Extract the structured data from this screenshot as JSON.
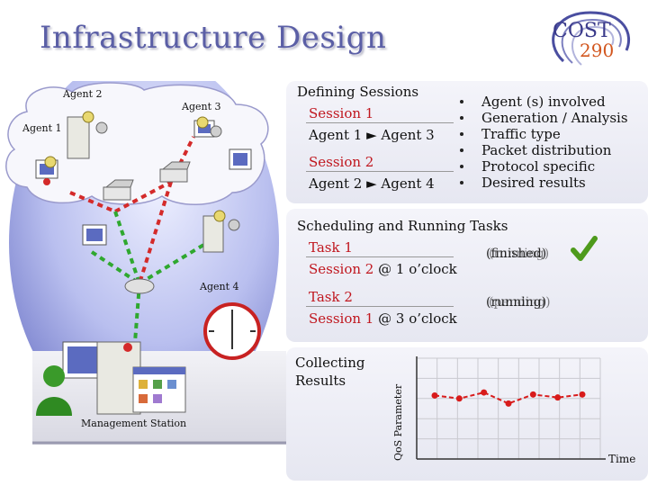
{
  "title": "Infrastructure Design",
  "logo": {
    "text": "COST",
    "number": "290"
  },
  "diagram": {
    "agents": [
      "Agent 1",
      "Agent 2",
      "Agent 3",
      "Agent 4"
    ],
    "station_label": "Management Station"
  },
  "sessions": {
    "heading": "Defining Sessions",
    "items": [
      {
        "name": "Session 1",
        "agents": "Agent 1 ► Agent 3"
      },
      {
        "name": "Session 2",
        "agents": "Agent 2 ► Agent 4"
      }
    ],
    "bullets": [
      "Agent (s) involved",
      "Generation / Analysis",
      "Traffic type",
      "Packet distribution",
      "Protocol specific",
      "Desired results"
    ]
  },
  "tasks": {
    "heading": "Scheduling and Running Tasks",
    "items": [
      {
        "name": "Task 1",
        "session": "Session 2",
        "schedule": "@ 1 o’clock",
        "status": "(finished)",
        "status_overlap": "(running)",
        "done": true
      },
      {
        "name": "Task 2",
        "session": "Session 1",
        "schedule": "@ 3 o’clock",
        "status": "(running)",
        "status_overlap": "(pending)",
        "done": false
      }
    ]
  },
  "results": {
    "heading_line1": "Collecting",
    "heading_line2": "Results",
    "ylabel": "QoS Parameter",
    "xlabel": "Time"
  },
  "chart_data": {
    "type": "line",
    "title": "",
    "xlabel": "Time",
    "ylabel": "QoS Parameter",
    "values": [
      6.3,
      6.0,
      6.6,
      5.5,
      6.4,
      6.1,
      6.4
    ],
    "ylim": [
      0,
      10
    ],
    "grid": true,
    "color": "#d81b1b"
  },
  "colors": {
    "title": "#5b5fa6",
    "session_red": "#c0161e",
    "session_line": "#cc2222",
    "check": "#4e9a1c"
  }
}
